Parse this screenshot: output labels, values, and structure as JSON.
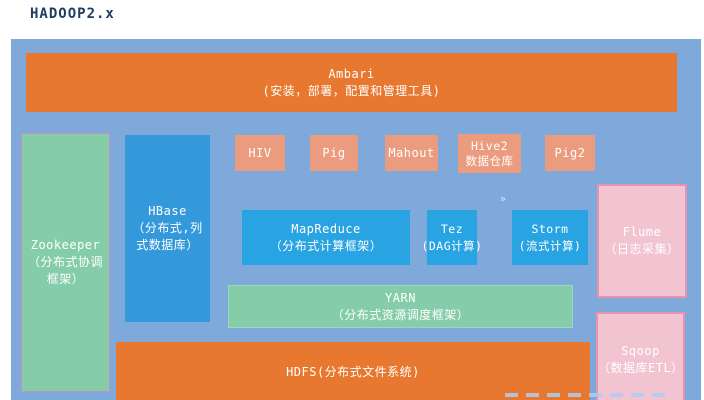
{
  "title": "HADOOP2.x",
  "colors": {
    "container_bg": "#7FA9DB",
    "orange": "#E8772F",
    "salmon": "#EC9C7E",
    "compute_blue": "#28A4E2",
    "hbase_blue": "#3499DB",
    "green": "#85CCA9",
    "yarn_border": "#9AD8BB",
    "pink": "#F2C4D2",
    "pink_border": "#E593AF",
    "zookeeper_border": "#C98FC4",
    "title_color": "#1F3C63"
  },
  "boxes": {
    "ambari": {
      "name": "Ambari",
      "desc": "(安装，部署，配置和管理工具)"
    },
    "zookeeper": {
      "name": "Zookeeper",
      "desc": "（分布式协调框架）"
    },
    "hbase": {
      "name": "HBase",
      "desc": "（分布式,列式数据库）"
    },
    "hiv": {
      "name": "HIV"
    },
    "pig": {
      "name": "Pig"
    },
    "mahout": {
      "name": "Mahout"
    },
    "hive2": {
      "name": "Hive2",
      "desc": "数据仓库"
    },
    "pig2": {
      "name": "Pig2"
    },
    "mapreduce": {
      "name": "MapReduce",
      "desc": "（分布式计算框架）"
    },
    "tez": {
      "name": "Tez",
      "desc": "(DAG计算)"
    },
    "storm": {
      "name": "Storm",
      "desc": "(流式计算)"
    },
    "yarn": {
      "name": "YARN",
      "desc": "（分布式资源调度框架）"
    },
    "hdfs": {
      "name": "HDFS(分布式文件系统)"
    },
    "flume": {
      "name": "Flume",
      "desc": "（日志采集）"
    },
    "sqoop": {
      "name": "Sqoop",
      "desc": "（数据库ETL）"
    }
  },
  "glyphs": {
    "stray_chevron": "»"
  }
}
